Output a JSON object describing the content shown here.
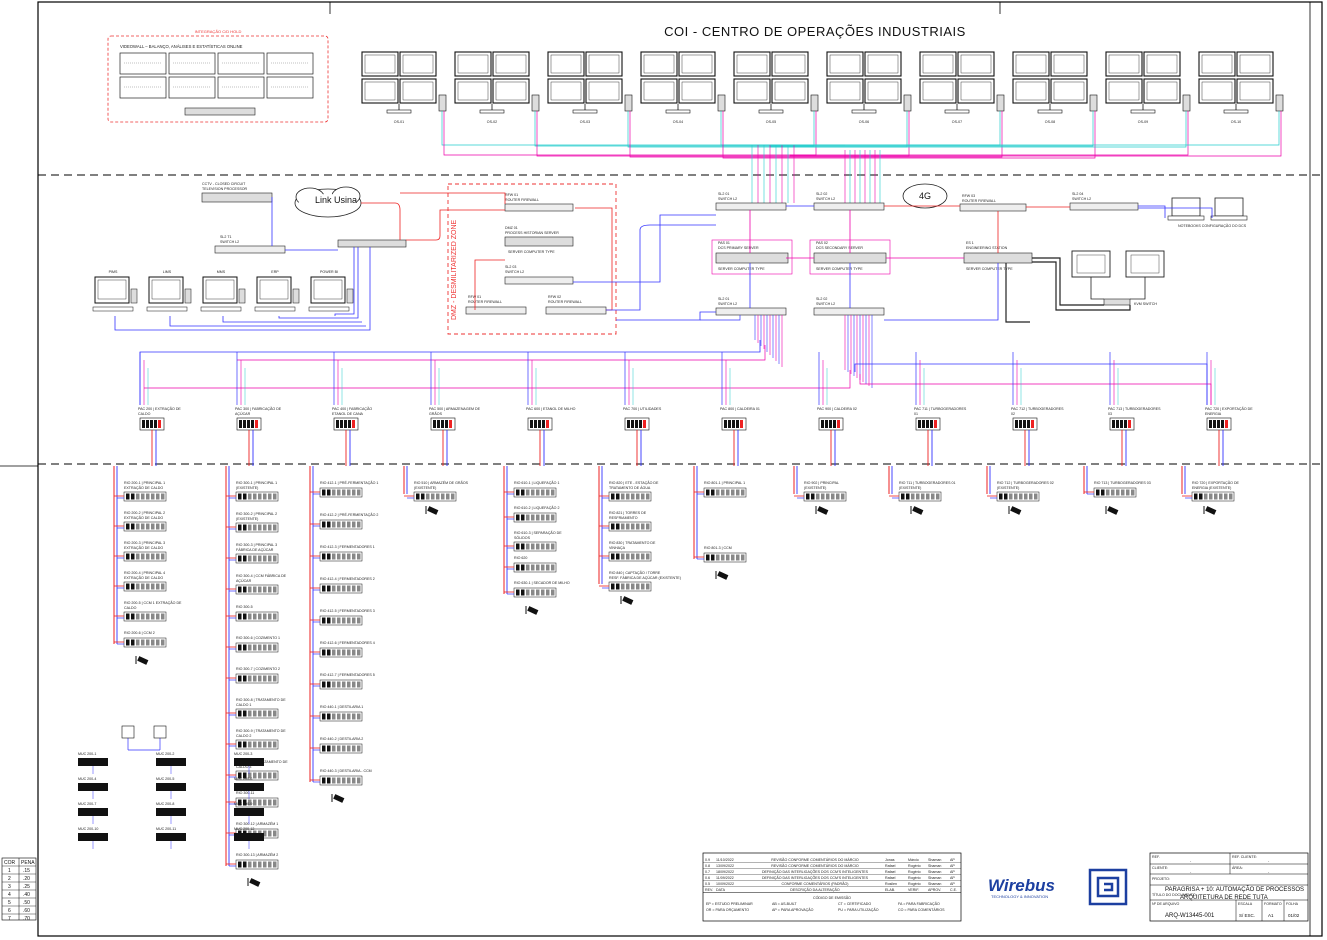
{
  "title": "COI - CENTRO DE OPERAÇÕES INDUSTRIAIS",
  "videowall": {
    "frame_label": "INTEGRAÇÃO C/D HOLD",
    "caption": "VIDEOWALL – BALANÇO, ANÁLISES E ESTATÍSTICAS ONLINE"
  },
  "operator_stations": [
    "OS-01",
    "OS-02",
    "OS-03",
    "OS-04",
    "OS-05",
    "OS-06",
    "OS-07",
    "OS-08",
    "OS-09",
    "OS-10"
  ],
  "cctv": {
    "line1": "CCTV - CLOSED CIRCUIT",
    "line2": "TELEVISION PROCESSOR"
  },
  "cloud_link": "Link Usina",
  "cloud_4g": "4G",
  "dmz_label": "DMZ - DESMILITARIZED ZONE",
  "sl211": {
    "tag": "SL2 T1",
    "name": "SWITCH L2"
  },
  "office_pcs": [
    "PIMS",
    "LIMS",
    "MMS",
    "ERP",
    "POWER BI"
  ],
  "dmz": {
    "rfw01": {
      "tag": "RFW 01",
      "name": "ROUTER FIREWALL"
    },
    "dmz01": {
      "tag": "DMZ 01",
      "name": "PROCESS HISTORIAN SERVER"
    },
    "dmz_type": "SERVER COMPUTER TYPE",
    "sl203": {
      "tag": "SL2 03",
      "name": "SWITCH L2"
    },
    "rfw02": {
      "tag": "RFW 01",
      "name": "ROUTER FIREWALL"
    },
    "rfw03": {
      "tag": "RFW 02",
      "name": "ROUTER FIREWALL"
    }
  },
  "core": {
    "sl201": {
      "tag": "SL2 01",
      "name": "SWITCH L2"
    },
    "sl202": {
      "tag": "SL2 02",
      "name": "SWITCH L2"
    },
    "rfw_top": {
      "tag": "RFW 03",
      "name": "ROUTER FIREWALL"
    },
    "sl204": {
      "tag": "SL2 04",
      "name": "SWITCH L2"
    },
    "notebooks": "NOTEBOOKS CONFIGURAÇÃO DO DCS",
    "srv01": {
      "tag": "PAS 01",
      "name": "DCS PRIMARY SERVER"
    },
    "srv02": {
      "tag": "PAS 02",
      "name": "DCS SECONDARY SERVER"
    },
    "srv_type": "SERVER COMPUTER TYPE",
    "es01": {
      "tag": "ES 1",
      "name": "ENGINEERING STATION"
    },
    "sl2_lower1": {
      "tag": "SL2 01",
      "name": "SWITCH L2"
    },
    "sl2_lower2": {
      "tag": "SL2 02",
      "name": "SWITCH L2"
    },
    "kvm": "KVM SWITCH"
  },
  "controllers": [
    "PAC 200 | EXTRAÇÃO DE CALDO",
    "PAC 300 | FABRICAÇÃO DE AÇÚCAR",
    "PAC 400 | FABRICAÇÃO ETANOL DE CANA",
    "PAC 500 | ARMAZENAGEM DE GRÃOS",
    "PAC 600 | ETANOL DE MILHO",
    "PAC 700 | UTILIDADES",
    "PAC 800 | CALDEIRA 01",
    "PAC 900 | CALDEIRA 02",
    "PAC 711 | TURBOGERADORES 01",
    "PAC 712 | TURBOGERADORES 02",
    "PAC 713 | TURBOGERADORES 03",
    "PAC 720 | EXPORTAÇÃO DE ENERGIA"
  ],
  "rio_columns": [
    [
      "RIO 200-1 | PRINCIPAL 1 EXTRAÇÃO DE CALDO",
      "RIO 200-2 | PRINCIPAL 2 EXTRAÇÃO DE CALDO",
      "RIO 200-3 | PRINCIPAL 3 EXTRAÇÃO DE CALDO",
      "RIO 200-4 | PRINCIPAL 4 EXTRAÇÃO DE CALDO",
      "RIO 200-5 | CCM 1 EXTRAÇÃO DE CALDO",
      "RIO 200-6 | CCM 2"
    ],
    [
      "RIO 300-1 | PRINCIPAL 1 (EXISTENTE)",
      "RIO 300-2 | PRINCIPAL 2 (EXISTENTE)",
      "RIO 300-3 | PRINCIPAL 3 FÁBRICA DE AÇÚCAR",
      "RIO 300-4 | CCM FÁBRICA DE AÇÚCAR",
      "RIO 300-5",
      "RIO 300-6 | COZIMENTO 1",
      "RIO 300-7 | COZIMENTO 2",
      "RIO 300-8 | TRATAMENTO DE CALDO 1",
      "RIO 300-9 | TRATAMENTO DE CALDO 2",
      "RIO 300-10 | TRATAMENTO DE CALDO 3",
      "RIO 300-11",
      "RIO 300-12 | ARMAZÉM 1",
      "RIO 300-13 | ARMAZÉM 2"
    ],
    [
      "RIO 412-1 | PRÉ-FERMENTAÇÃO 1",
      "RIO 412-2 | PRÉ-FERMENTAÇÃO 2",
      "RIO 412-3 | FERMENTADORES 1",
      "RIO 412-4 | FERMENTADORES 2",
      "RIO 412-5 | FERMENTADORES 3",
      "RIO 412-6 | FERMENTADORES 4",
      "RIO 412-7 | FERMENTADORES 5",
      "RIO 440-1 | DESTILARIA 1",
      "RIO 440-2 | DESTILARIA 2",
      "RIO 440-3 | DESTILARIA - CCM"
    ],
    [
      "RIO 510 | ARMAZÉM DE GRÃOS (EXISTENTE)"
    ],
    [
      "RIO 610-1 | LIQUEFAÇÃO 1",
      "RIO 610-2 | LIQUEFAÇÃO 2",
      "RIO 610-3 | SEPARAÇÃO DE SÓLIDOS",
      "RIO 620",
      "RIO 630-1 | SECADOR DE MILHO"
    ],
    [
      "RIO 820 | ETE - ESTAÇÃO DE TRATAMENTO DE ÁGUA",
      "RIO 821 | TORRES DE RESFRIAMENTO",
      "RIO 830 | TRATAMENTO DE VINHAÇA",
      "RIO 840 | CAPTAÇÃO / TORRE RESF. FÁBRICA DE AÇÚCAR (EXISTENTE)"
    ],
    [
      "RIO 801-1 | PRINCIPAL 1",
      "RIO 801-3 | CCM"
    ],
    [
      "RIO 902 | PRINCIPAL (EXISTENTE)"
    ],
    [
      "RIO 711 | TURBOGERADORES 01 (EXISTENTE)"
    ],
    [
      "RIO 712 | TURBOGERADORES 02 (EXISTENTE)"
    ],
    [
      "RIO 713 | TURBOGERADORES 03"
    ],
    [
      "RIO 720 | EXPORTAÇÃO DE ENERGIA (EXISTENTE)"
    ]
  ],
  "mcc_labels": [
    "MUC 200-1",
    "MUC 200-2",
    "MUC 200-3",
    "MUC 200-4",
    "MUC 200-5",
    "MUC 200-6",
    "MUC 200-7",
    "MUC 200-8",
    "MUC 200-9",
    "MUC 200-10",
    "MUC 200-11",
    "MUC 200-12"
  ],
  "pen_table": {
    "headers": [
      "COR",
      "PENA"
    ],
    "rows": [
      [
        "1",
        ".15"
      ],
      [
        "2",
        ".20"
      ],
      [
        "3",
        ".25"
      ],
      [
        "4",
        ".40"
      ],
      [
        "5",
        ".50"
      ],
      [
        "6",
        ".60"
      ],
      [
        "7",
        ".70"
      ]
    ]
  },
  "revisions": {
    "rows": [
      [
        "0.9",
        "11/10/2022",
        "REVISÃO CONFORME COMENTÁRIOS DO MÁRCIO",
        "Jonas",
        "Márcio",
        "Shaman",
        "AP"
      ],
      [
        "0.8",
        "13/09/2022",
        "REVISÃO CONFORME COMENTÁRIOS DO MÁRCIO",
        "Rafael",
        "Rogério",
        "Shaman",
        "AP"
      ],
      [
        "0.7",
        "18/09/2022",
        "DEFINIÇÃO DAS INTERLIGAÇÕES DOS CCM'S INTELIGENTES",
        "Rafael",
        "Rogério",
        "Shaman",
        "AP"
      ],
      [
        "0.6",
        "11/09/2022",
        "DEFINIÇÃO DAS INTERLIGAÇÕES DOS CCM'S INTELIGENTES",
        "Rafael",
        "Rogério",
        "Shaman",
        "AP"
      ],
      [
        "0.5",
        "10/09/2022",
        "CONFORME COMENTÁRIOS (PADRÃO)",
        "Rosilen",
        "Rogério",
        "Shaman",
        "AP"
      ]
    ],
    "header": [
      "REV.",
      "DATA",
      "DESCRIÇÃO DA ALTERAÇÃO",
      "ELAB.",
      "VERIF.",
      "APROV.",
      "C.E."
    ],
    "codes_title": "CÓDIGO DE EMISSÃO",
    "codes": [
      "EP = ESTUDO PRELIMINAR",
      "AB = AS-BUILT",
      "CT = CERTIFICADO",
      "FA = PARA FABRICAÇÃO",
      "OR = PARA ORÇAMENTO",
      "AP = PARA APROVAÇÃO",
      "PU = PARA UTILIZAÇÃO",
      "CO = PARA COMENTÁRIOS"
    ]
  },
  "logo": {
    "brand": "Wirebus",
    "tagline": "TECHNOLOGY & INNOVATION"
  },
  "titleblock": {
    "ref_label": "REF.",
    "client_label": "REF. CLIENTE:",
    "client_field": "CLIENTE:",
    "area_field": "ÁREA:",
    "project_label": "PROJETO:",
    "project": "PARAGRISA + 10: AUTOMAÇÃO DE PROCESSOS",
    "doc_label": "TÍTULO DO DOCUMENTO:",
    "doc_title": "ARQUITETURA DE REDE TUTA",
    "file_label": "Nº DE ARQUIVO",
    "file": "ARQ-W13445-001",
    "scale_label": "ESCALA",
    "scale": "S/ ESC.",
    "format_label": "FORMATO",
    "format": "A1",
    "sheet_label": "FOLHA",
    "sheet": "01/02",
    "dash": "-"
  }
}
